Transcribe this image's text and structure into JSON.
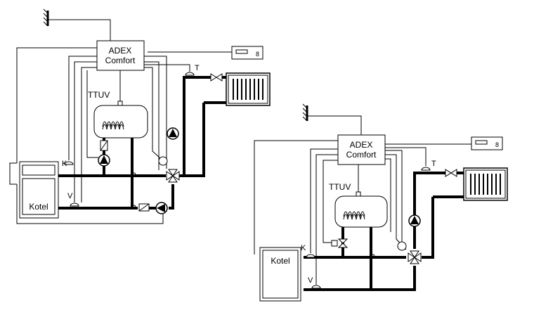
{
  "left": {
    "controller_line1": "ADEX",
    "controller_line2": "Comfort",
    "tank_label": "TTUV",
    "boiler_label": "Kotel",
    "sensor_k": "K",
    "sensor_v": "V",
    "sensor_t": "T"
  },
  "right": {
    "controller_line1": "ADEX",
    "controller_line2": "Comfort",
    "tank_label": "TTUV",
    "boiler_label": "Kotel",
    "sensor_k": "K",
    "sensor_v": "V",
    "sensor_t": "T"
  }
}
